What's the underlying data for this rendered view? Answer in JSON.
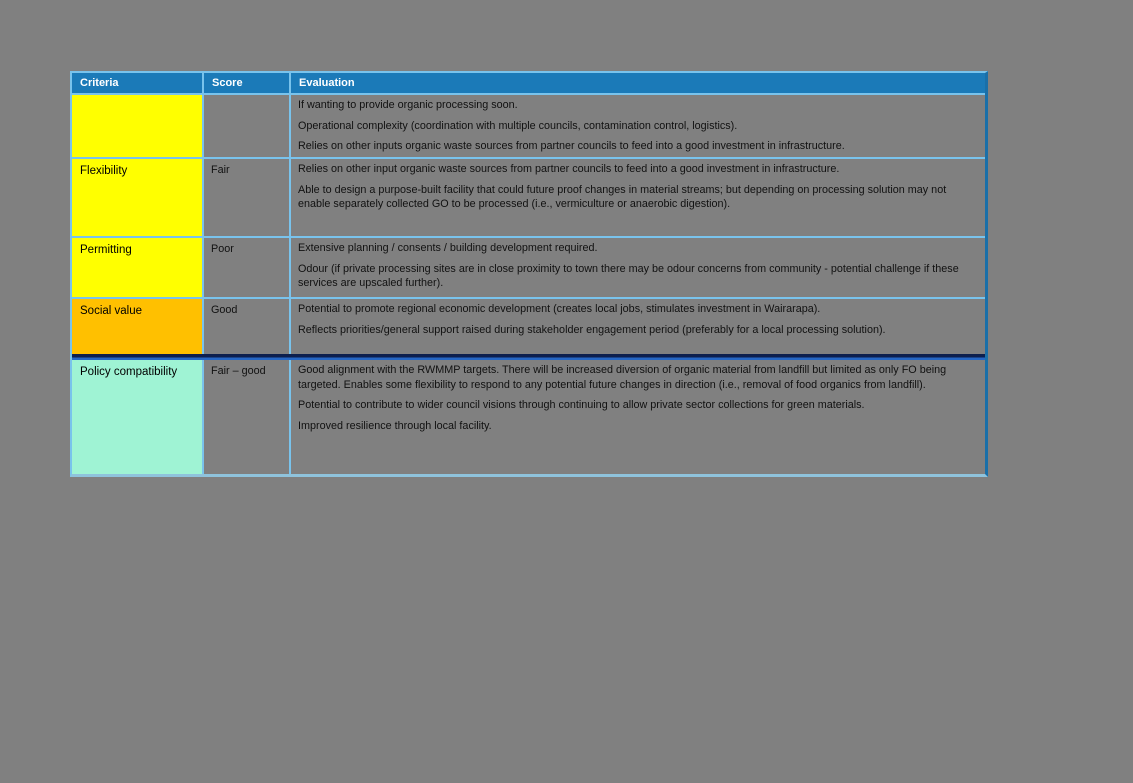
{
  "page": {
    "background_color": "#808080"
  },
  "table": {
    "header": {
      "bg_color": "#1B7AB8",
      "text_color": "#FFFFFF",
      "columns": [
        "Criteria",
        "Score",
        "Evaluation"
      ]
    },
    "border_color_light_blue": "#79C3EC",
    "border_color_right_edge": "#1A6FA8",
    "divider_colors": {
      "dark_navy": "#0D1F4E",
      "blue": "#2566C4"
    },
    "rows": [
      {
        "criteria": "",
        "criteria_bg": "#FFFF00",
        "score": "",
        "evaluation": [
          "If wanting to provide organic processing soon.",
          "Operational complexity (coordination with multiple councils, contamination control, logistics).",
          "Relies on other inputs organic waste sources from partner councils to feed into a good investment in infrastructure."
        ]
      },
      {
        "criteria": "Flexibility",
        "criteria_bg": "#FFFF00",
        "score": "Fair",
        "evaluation": [
          "Relies on other input organic waste sources from partner councils to feed into a good investment in infrastructure.",
          "Able to design a purpose-built facility that could future proof changes in material streams; but depending on processing solution may not enable separately collected GO to be processed (i.e., vermiculture or anaerobic digestion)."
        ]
      },
      {
        "criteria": "Permitting",
        "criteria_bg": "#FFFF00",
        "score": "Poor",
        "evaluation": [
          "Extensive planning / consents / building development required.",
          "Odour (if private processing sites are in close proximity to town there may be odour concerns from community - potential challenge if these services are upscaled further)."
        ]
      },
      {
        "criteria": "Social value",
        "criteria_bg": "#FFC000",
        "score": "Good",
        "evaluation": [
          "Potential to promote regional economic development (creates local jobs, stimulates investment in Wairarapa).",
          "Reflects priorities/general support raised during stakeholder engagement period (preferably for a local processing solution)."
        ]
      },
      {
        "criteria": "Policy compatibility",
        "criteria_bg": "#9FF3D4",
        "score": "Fair – good",
        "evaluation": [
          "Good alignment with the RWMMP targets. There will be increased diversion of organic material from landfill but limited as only FO being targeted. Enables some flexibility to respond to any potential future changes in direction (i.e., removal of food organics from landfill).",
          "Potential to contribute to wider council visions through continuing to allow private sector collections for green materials.",
          "Improved resilience through local facility."
        ]
      }
    ]
  }
}
